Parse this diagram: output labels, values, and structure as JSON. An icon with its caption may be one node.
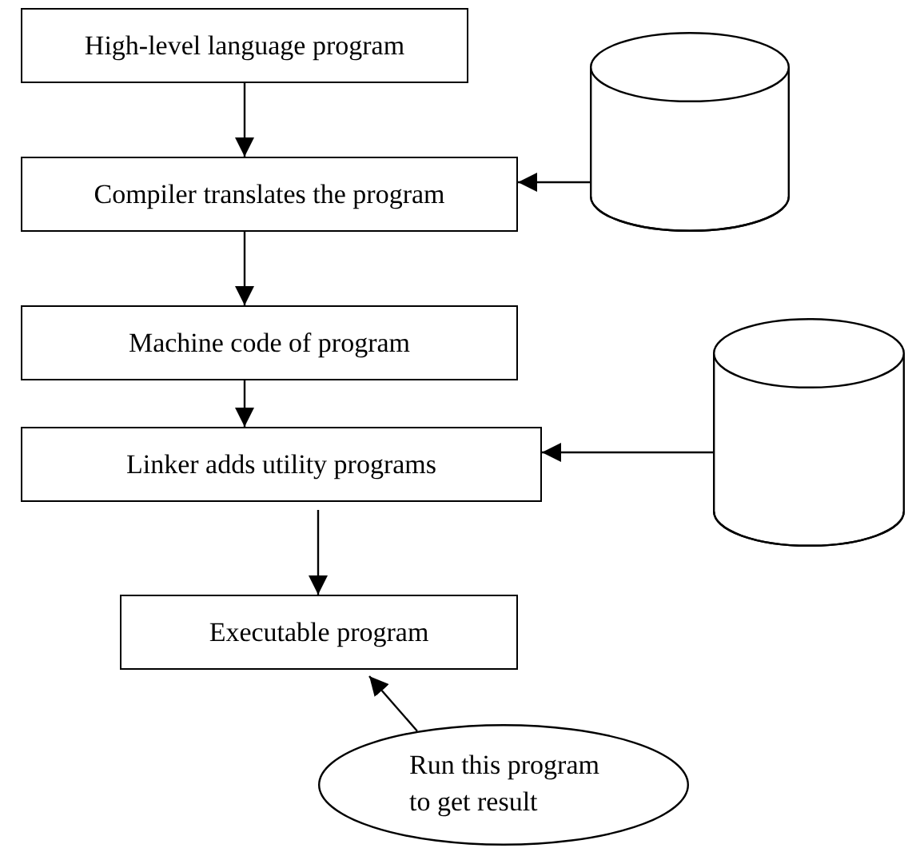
{
  "diagram": {
    "nodes": [
      {
        "text": [
          "High-level language program"
        ]
      },
      {
        "text": [],
        "shape": "cylinder"
      },
      {
        "text": [
          "Compiler translates the program"
        ]
      },
      {
        "text": [
          "Machine code of program"
        ]
      },
      {
        "text": [],
        "shape": "cylinder"
      },
      {
        "text": [
          "Linker adds utility programs"
        ]
      },
      {
        "text": [
          "Executable program"
        ]
      },
      {
        "text": [
          "Run this program to get result"
        ]
      }
    ],
    "edges": [
      {
        "from": 0,
        "to": 2,
        "arrow": "to"
      },
      {
        "from": 1,
        "to": 2,
        "arrow": "to"
      },
      {
        "from": 2,
        "to": 3,
        "arrow": "to"
      },
      {
        "from": 3,
        "to": 5,
        "arrow": "to"
      },
      {
        "from": 4,
        "to": 5,
        "arrow": "to"
      },
      {
        "from": 5,
        "to": 6,
        "arrow": "to"
      },
      {
        "from": 7,
        "to": 6,
        "arrow": "to"
      }
    ]
  }
}
